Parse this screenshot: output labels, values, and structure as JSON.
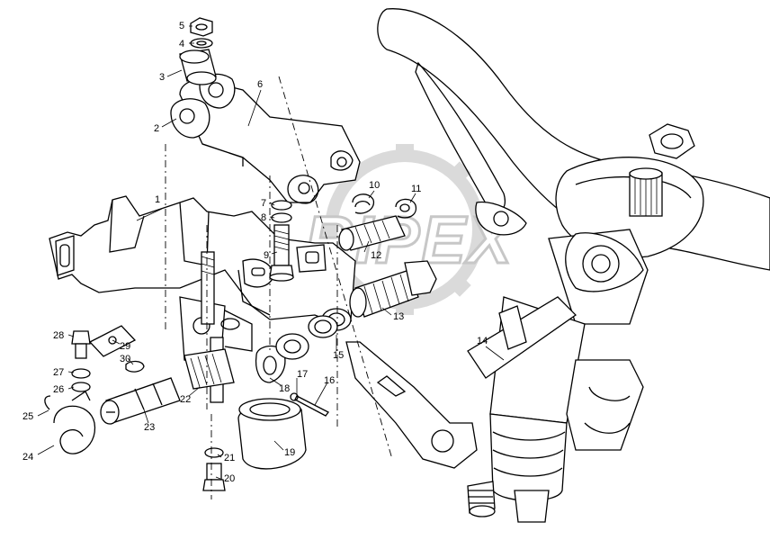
{
  "watermark": {
    "text": "RIPEX",
    "color": "#c8c8c8"
  },
  "callouts": {
    "c1": "1",
    "c2": "2",
    "c3": "3",
    "c4": "4",
    "c5": "5",
    "c6": "6",
    "c7": "7",
    "c8": "8",
    "c9": "9",
    "c10": "10",
    "c11": "11",
    "c12": "12",
    "c13": "13",
    "c14": "14",
    "c15": "15",
    "c16": "16",
    "c17": "17",
    "c18": "18",
    "c19": "19",
    "c20": "20",
    "c21": "21",
    "c22": "22",
    "c23": "23",
    "c24": "24",
    "c25": "25",
    "c26": "26",
    "c27": "27",
    "c28": "28",
    "c29": "29",
    "c30": "30"
  }
}
